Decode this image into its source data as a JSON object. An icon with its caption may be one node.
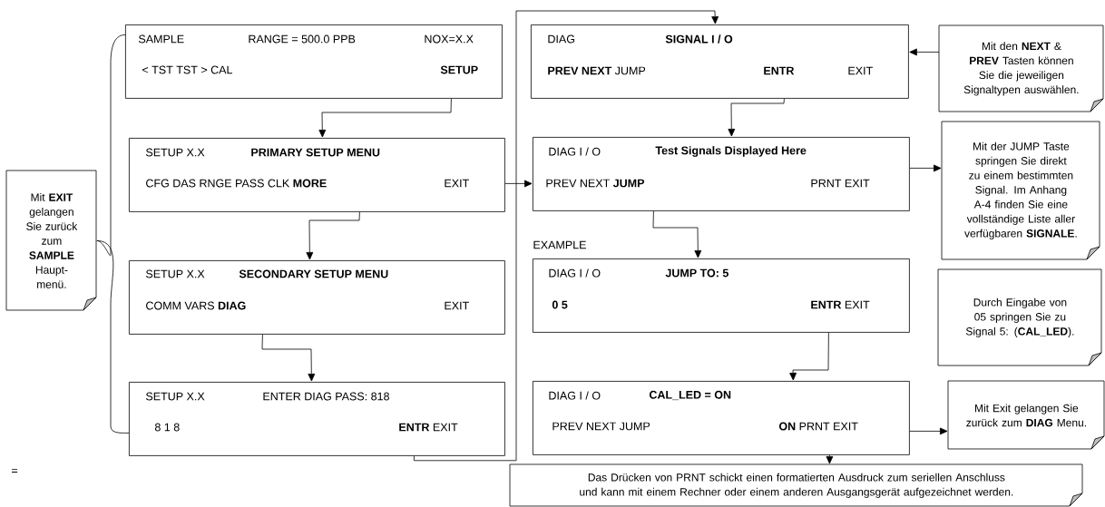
{
  "diagram": {
    "nodes": [
      {
        "text": [
          "SAMPLE",
          "RANGE = 500.0 PPB",
          "NOX=X.X",
          "< TST TST > CAL",
          "SETUP"
        ]
      },
      {
        "text": [
          "SETUP X.X",
          "PRIMARY SETUP MENU",
          "CFG DAS RNGE PASS CLK **MORE**",
          "EXIT"
        ]
      },
      {
        "text": [
          "SETUP X.X",
          "SECONDARY SETUP MENU",
          "COMM VARS **DIAG**",
          "EXIT"
        ]
      },
      {
        "text": [
          "SETUP X.X",
          "ENTER DIAG PASS: 818",
          "8 1 8",
          "**ENTR** EXIT"
        ]
      },
      {
        "text": [
          "Mit **EXIT** gelangen Sie zurück zum **SAMPLE** Haupt- menü."
        ]
      },
      {
        "text": [
          "DIAG",
          "SIGNAL I / O",
          "**PREV NEXT** JUMP",
          "ENTR",
          "EXIT"
        ]
      },
      {
        "text": [
          "DIAG I / O",
          "Test Signals Displayed Here",
          "PREV NEXT **JUMP**",
          "PRNT EXIT"
        ]
      },
      {
        "text": [
          "DIAG I / O",
          "JUMP TO: 5",
          "0 5",
          "**ENTR** EXIT"
        ]
      },
      {
        "text": [
          "DIAG I / O",
          "CAL_LED = ON",
          "PREV NEXT JUMP",
          "**ON** PRNT EXIT"
        ]
      },
      {
        "text": [
          "Mit den **NEXT** & **PREV** Tasten können Sie die jeweiligen Signaltypen auswählen."
        ]
      },
      {
        "text": [
          "Mit der JUMP Taste springen Sie direkt zu einem bestimmten Signal. Im Anhang A-4 finden Sie eine vollständige Liste aller verfügbaren **SIGNALE**."
        ]
      },
      {
        "text": [
          "Durch Eingabe von 05 springen Sie zu Signal 5: (**CAL_LED**)."
        ]
      },
      {
        "text": [
          "Mit Exit gelangen Sie zurück zum **DIAG** Menu."
        ]
      },
      {
        "text": [
          "Das Drücken von PRNT schickt einen formatierten Ausdruck zum seriellen Anschluss und kann mit einem Rechner oder einem anderen Ausgangsgerät aufgezeichnet werden."
        ]
      }
    ],
    "edges": [
      {
        "from": 0,
        "to": 1,
        "arrow": "to"
      },
      {
        "from": 1,
        "to": 2,
        "arrow": "to"
      },
      {
        "from": 2,
        "to": 3,
        "arrow": "to"
      },
      {
        "from": 3,
        "to": 5,
        "arrow": "to"
      },
      {
        "from": 1,
        "to": 6,
        "arrow": "to"
      },
      {
        "from": 5,
        "to": 6,
        "arrow": "to"
      },
      {
        "from": 6,
        "to": 7,
        "arrow": "to"
      },
      {
        "from": 7,
        "to": 8,
        "arrow": "to"
      },
      {
        "from": 9,
        "to": 5,
        "arrow": "to"
      },
      {
        "from": 6,
        "to": 10,
        "arrow": "to"
      },
      {
        "from": 8,
        "to": 12,
        "arrow": "to"
      },
      {
        "from": 8,
        "to": 13,
        "arrow": "to"
      },
      {
        "from": 4,
        "to": 0,
        "arrow": "none"
      },
      {
        "from": 4,
        "to": 3,
        "arrow": "none"
      }
    ],
    "labels": [
      "EXAMPLE",
      "="
    ]
  }
}
